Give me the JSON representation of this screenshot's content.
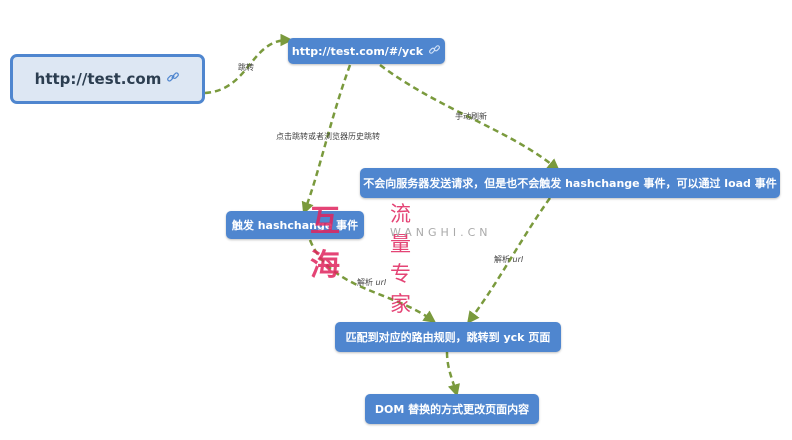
{
  "nodes": {
    "root": {
      "label": "http://test.com",
      "icon": "link-icon"
    },
    "hash_url": {
      "label": "http://test.com/#/yck",
      "icon": "link-icon"
    },
    "no_request": {
      "label": "不会向服务器发送请求，但是也不会触发 hashchange 事件，可以通过 load 事件"
    },
    "trigger_hashchange": {
      "label": "触发 hashchange 事件"
    },
    "match_route": {
      "label": "匹配到对应的路由规则，跳转到 yck 页面"
    },
    "dom_replace": {
      "label": "DOM 替换的方式更改页面内容"
    }
  },
  "edges": {
    "root_to_hash": "跳转",
    "hash_to_hashchange": "点击跳转或者浏览器历史跳转",
    "hash_to_refresh": "手动刷新",
    "hashchange_to_match": {
      "text": "解析",
      "code": "url"
    },
    "refresh_to_match": {
      "text": "解析",
      "code": "url"
    }
  },
  "watermark": {
    "big": "互海",
    "cn": "流量专家",
    "en": "WANGHI.CN"
  },
  "colors": {
    "node_fill": "#4f86cf",
    "root_fill": "#dde7f3",
    "edge": "#7a9a3d",
    "watermark": "#e0245e"
  }
}
